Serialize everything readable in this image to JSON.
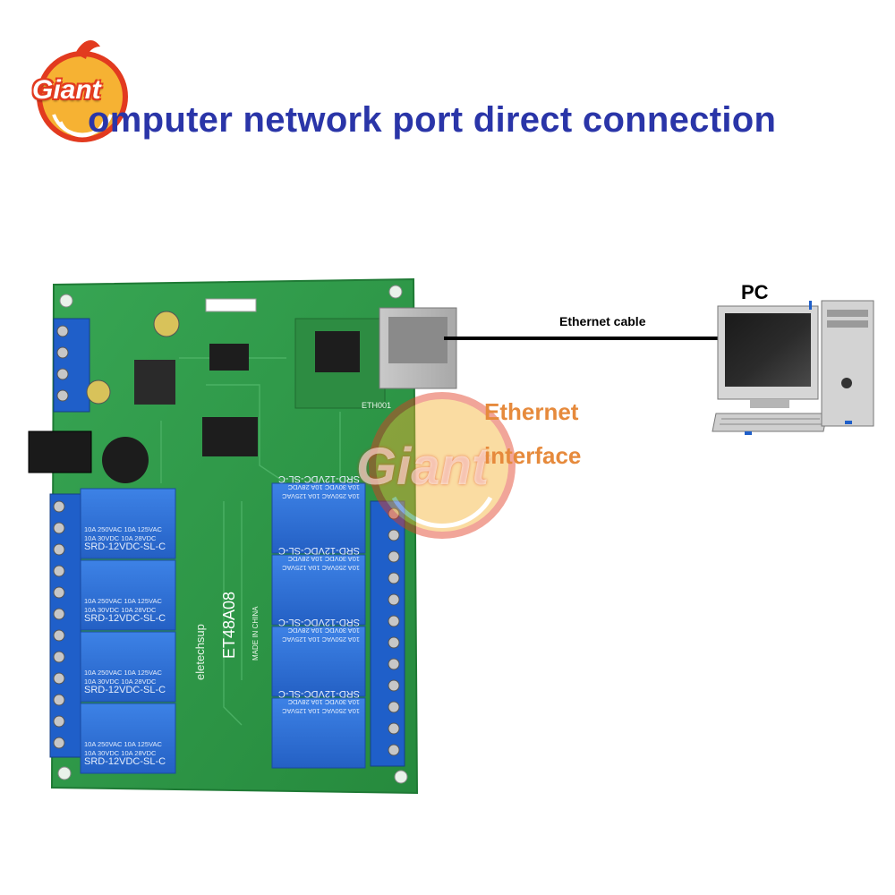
{
  "headline": "omputer network port  direct connection",
  "logo": {
    "word": "Giant",
    "accent": "#e23a1f",
    "shape": "logo-ring-icon"
  },
  "watermark": {
    "word": "Giant"
  },
  "pc": {
    "label": "PC"
  },
  "cable": {
    "label": "Ethernet cable"
  },
  "ethernet_interface": {
    "line1": "Ethernet",
    "line2": "interface"
  },
  "board": {
    "model": "ET48A08",
    "brand": "eletechsup",
    "origin": "MADE IN CHINA",
    "module_label": "ETH001",
    "relay_count": 8,
    "relay_lines": [
      "10A 250VAC  10A 125VAC",
      "10A 30VDC   10A 28VDC",
      "SRD-12VDC-SL-C"
    ]
  },
  "colors": {
    "headline": "#2a35a8",
    "pcb": "#2e9a47",
    "relay": "#2c6fd6",
    "terminal": "#1f5fc9",
    "interface_label": "#e68a3c"
  }
}
